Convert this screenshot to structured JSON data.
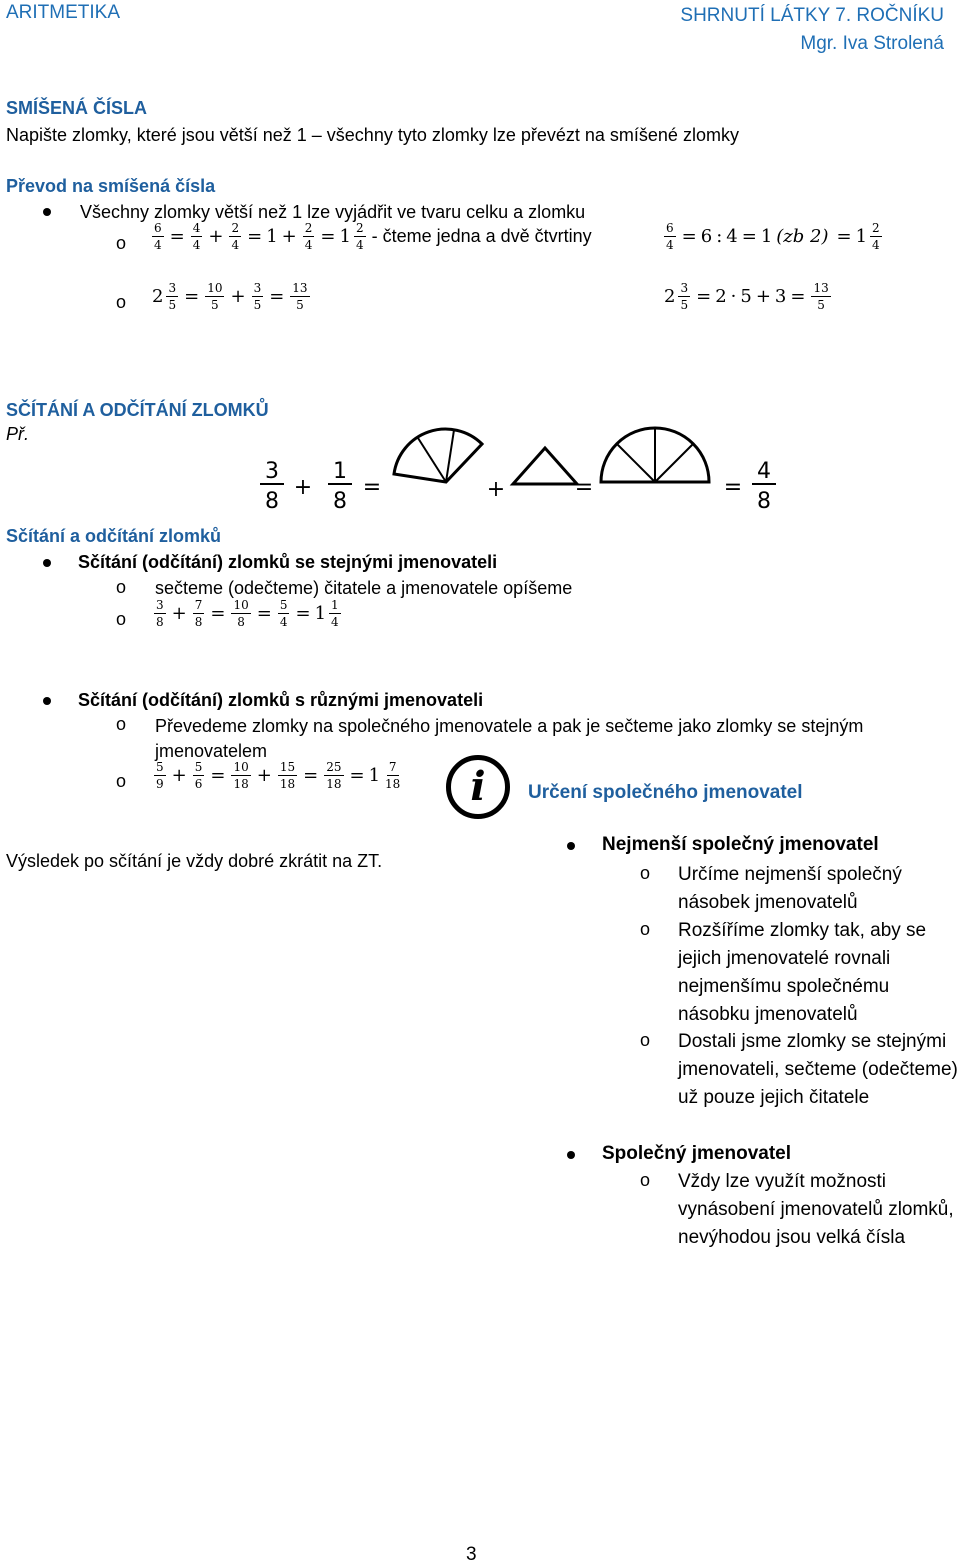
{
  "header": {
    "left": "ARITMETIKA",
    "right_line1": "SHRNUTÍ LÁTKY 7. ROČNÍKU",
    "right_line2": "Mgr. Iva Strolená"
  },
  "mixed": {
    "title": "SMÍŠENÁ ČÍSLA",
    "intro": "Napište zlomky, které jsou větší než 1 – všechny tyto zlomky lze převézt na smíšené zlomky",
    "subtitle": "Převod na smíšená čísla",
    "bullet1": "Všechny zlomky větší než 1 lze vyjádřit ve tvaru celku a zlomku",
    "bullet1_marker": "o",
    "example1_note": "- čteme jedna a dvě čtvrtiny",
    "example1_right_text": "(zb 2)",
    "example2_marker": "o"
  },
  "addsub": {
    "title": "SČÍTÁNÍ A ODČÍTÁNÍ ZLOMKŮ",
    "example_label": "Př.",
    "picture": {
      "f1_num": "3",
      "f1_den": "8",
      "plus": "+",
      "f2_num": "1",
      "f2_den": "8",
      "eq": "=",
      "res_num": "4",
      "res_den": "8",
      "slice_num": "1",
      "slice_den": "8"
    },
    "subtitle": "Sčítání a odčítání zlomků",
    "same_title": "Sčítání (odčítání) zlomků se stejnými jmenovateli",
    "same_item1": "sečteme (odečteme) čitatele a jmenovatele opíšeme",
    "marker": "o",
    "diff_title": "Sčítání (odčítání) zlomků s různými jmenovateli",
    "diff_item1": "Převedeme zlomky na společného jmenovatele a pak je sečteme jako zlomky se stejným jmenovatelem",
    "info_icon_glyph": "i",
    "info_heading": "Určení společného jmenovatel",
    "result_note": "Výsledek po sčítání je vždy dobré zkrátit na ZT."
  },
  "right_column": {
    "lcd_title": "Nejmenší společný jmenovatel",
    "lcd_items": [
      "Určíme nejmenší společný násobek jmenovatelů",
      "Rozšíříme zlomky tak, aby se jejich jmenovatelé rovnali nejmenšímu společnému násobku jmenovatelů",
      "Dostali jsme zlomky se stejnými jmenovateli, sečteme (odečteme) už pouze jejich čitatele"
    ],
    "common_title": "Společný jmenovatel",
    "common_items": [
      "Vždy lze využít možnosti vynásobení jmenovatelů zlomků, nevýhodou jsou velká čísla"
    ]
  },
  "page_number": "3"
}
